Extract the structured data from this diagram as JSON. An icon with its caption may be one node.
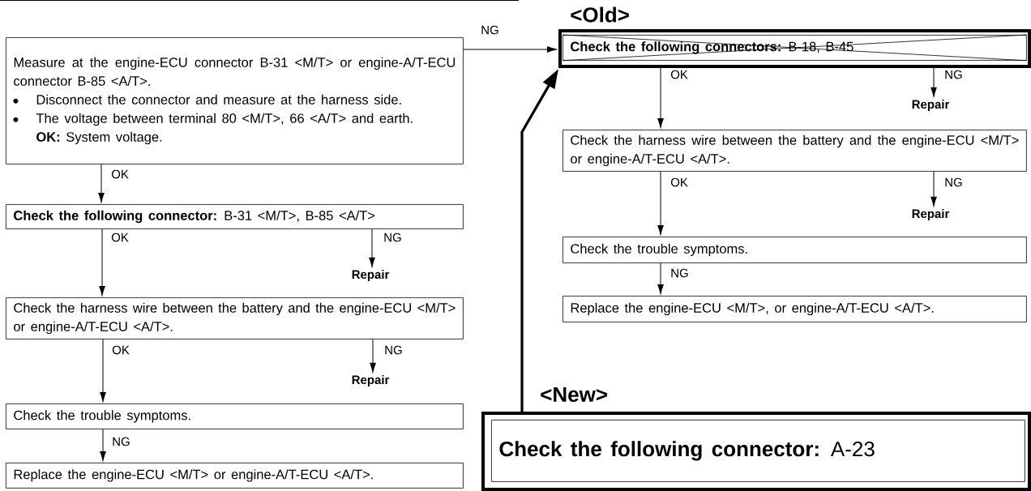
{
  "diagram": {
    "nodes": [
      {
        "text": [
          "Measure at the engine-ECU connector B-31 <M/T> or engine-A/T-ECU connector B-85 <A/T>.",
          "Disconnect the connector and measure at the harness side.",
          "The voltage between terminal 80 <M/T>, 66 <A/T> and earth.",
          "**OK:** System voltage."
        ]
      },
      {
        "text": [
          "**Check the following connector:** B-31 <M/T>, B-85 <A/T>"
        ]
      },
      {
        "text": [
          "Repair"
        ]
      },
      {
        "text": [
          "Check the harness wire between the battery and the engine-ECU <M/T> or engine-A/T-ECU <A/T>."
        ]
      },
      {
        "text": [
          "Repair"
        ]
      },
      {
        "text": [
          "Check the trouble symptoms."
        ]
      },
      {
        "text": [
          "Replace the engine-ECU <M/T> or engine-A/T-ECU <A/T>."
        ]
      },
      {
        "text": [
          "<Old>"
        ]
      },
      {
        "text": [
          "**Check the following connectors:** B-18, B-45"
        ],
        "in": 7
      },
      {
        "text": [
          "Repair"
        ]
      },
      {
        "text": [
          "Check the harness wire between the battery and the engine-ECU <M/T> or engine-A/T-ECU <A/T>."
        ]
      },
      {
        "text": [
          "Repair"
        ]
      },
      {
        "text": [
          "Check the trouble symptoms."
        ]
      },
      {
        "text": [
          "Replace the engine-ECU <M/T>, or engine-A/T-ECU <A/T>."
        ]
      },
      {
        "text": [
          "<New>"
        ]
      },
      {
        "text": [
          "**Check the following connector:** A-23"
        ],
        "in": 14
      }
    ],
    "edges": [
      {
        "from": 0,
        "to": 1,
        "arrow": "to",
        "label": "OK"
      },
      {
        "from": 1,
        "to": 3,
        "arrow": "to",
        "label": "OK"
      },
      {
        "from": 1,
        "to": 2,
        "arrow": "to",
        "label": "NG"
      },
      {
        "from": 3,
        "to": 5,
        "arrow": "to",
        "label": "OK"
      },
      {
        "from": 3,
        "to": 4,
        "arrow": "to",
        "label": "NG"
      },
      {
        "from": 5,
        "to": 6,
        "arrow": "to",
        "label": "NG"
      },
      {
        "from": 0,
        "to": 7,
        "arrow": "to",
        "label": "NG"
      },
      {
        "from": 7,
        "to": 10,
        "arrow": "to",
        "label": "OK"
      },
      {
        "from": 7,
        "to": 9,
        "arrow": "to",
        "label": "NG"
      },
      {
        "from": 10,
        "to": 12,
        "arrow": "to",
        "label": "OK"
      },
      {
        "from": 10,
        "to": 11,
        "arrow": "to",
        "label": "NG"
      },
      {
        "from": 12,
        "to": 13,
        "arrow": "to",
        "label": "NG"
      },
      {
        "from": 14,
        "to": 7,
        "arrow": "to",
        "style": "thick"
      }
    ]
  }
}
